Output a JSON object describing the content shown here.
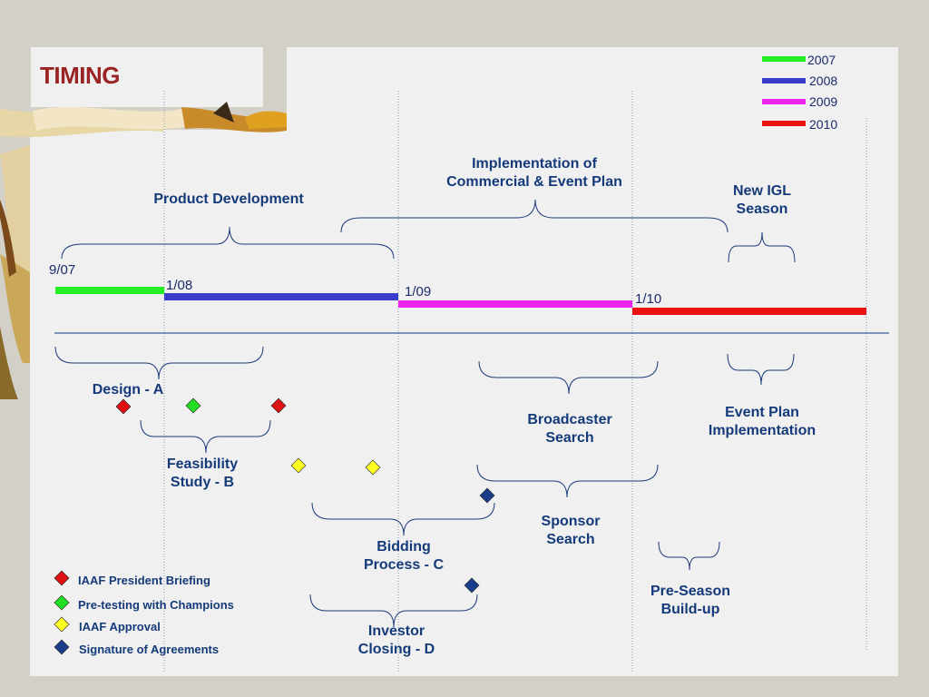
{
  "slide_title": "TIMING",
  "colors": {
    "2007": "#22ee22",
    "2008": "#3a3ccc",
    "2009": "#ee22ee",
    "2010": "#ee1111",
    "red_diamond": "#dd1111",
    "green_diamond": "#22dd22",
    "yellow_diamond": "#ffff22",
    "navy_diamond": "#1a3d8a"
  },
  "year_legend": [
    "2007",
    "2008",
    "2009",
    "2010"
  ],
  "dates": {
    "d1": "9/07",
    "d2": "1/08",
    "d3": "1/09",
    "d4": "1/10"
  },
  "phases": {
    "product_development": "Product Development",
    "implementation": "Implementation of\nCommercial & Event Plan",
    "new_igl_season": "New IGL\nSeason",
    "design": "Design - A",
    "feasibility": "Feasibility\nStudy - B",
    "bidding": "Bidding\nProcess - C",
    "investor": "Investor\nClosing - D",
    "broadcaster": "Broadcaster\nSearch",
    "sponsor": "Sponsor\nSearch",
    "event_plan": "Event Plan\nImplementation",
    "pre_season": "Pre-Season\nBuild-up"
  },
  "symbol_legend": [
    {
      "label": "IAAF President Briefing",
      "symbol": "red_diamond"
    },
    {
      "label": "Pre-testing with Champions",
      "symbol": "green_diamond"
    },
    {
      "label": "IAAF Approval",
      "symbol": "yellow_diamond"
    },
    {
      "label": "Signature of Agreements",
      "symbol": "navy_diamond"
    }
  ]
}
